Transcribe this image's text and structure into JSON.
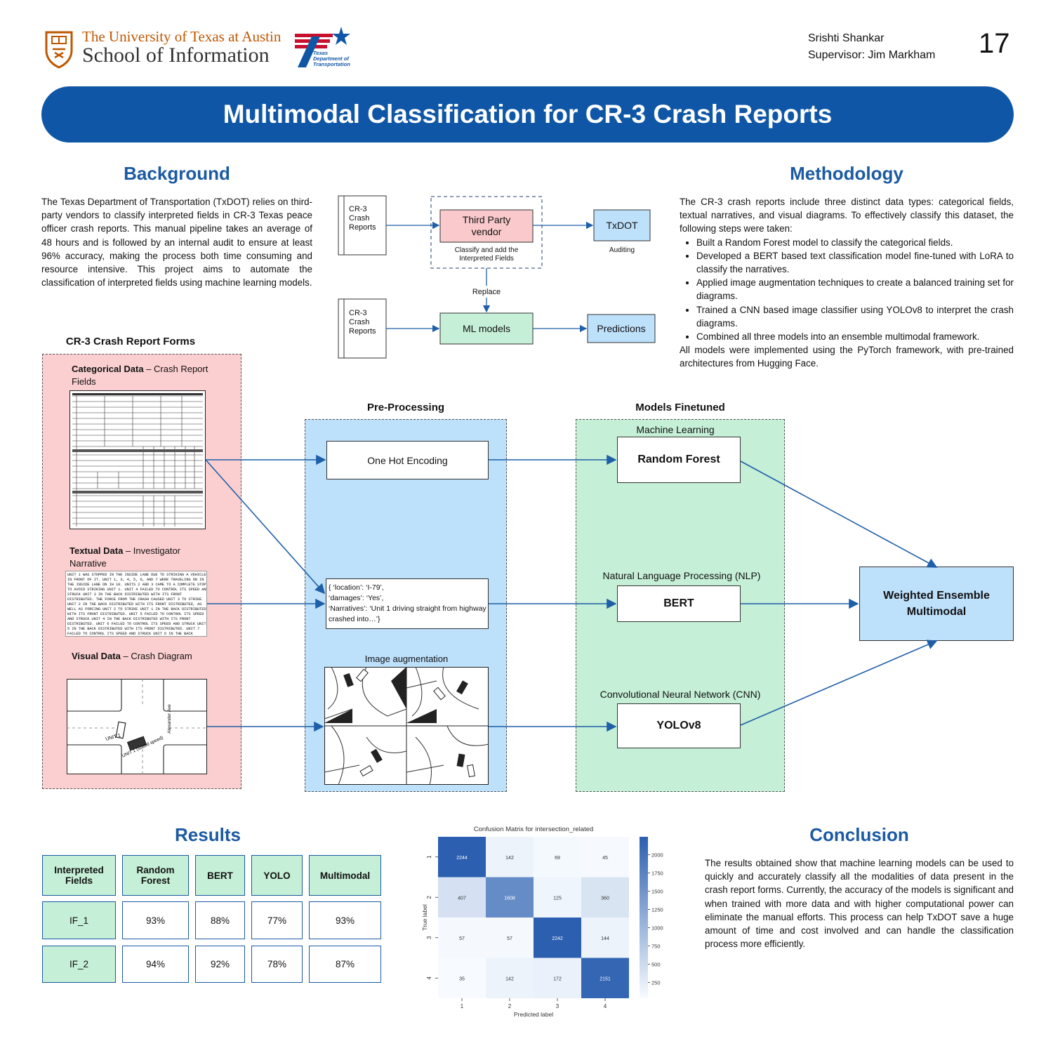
{
  "header": {
    "ut_line1": "The University of Texas at Austin",
    "ut_line2": "School of Information",
    "txdot_logo_text": "Texas Department of Transportation",
    "author": "Srishti Shankar",
    "supervisor": "Supervisor: Jim Markham",
    "poster_number": "17",
    "title": "Multimodal Classification for CR-3 Crash Reports"
  },
  "background": {
    "heading": "Background",
    "text": "The Texas Department of Transportation (TxDOT) relies on third-party vendors to classify interpreted fields in CR-3 Texas peace officer crash reports. This manual pipeline takes an average of 48 hours and is followed by an internal audit to ensure at least 96% accuracy, making the process both time consuming and resource intensive. This project aims to automate the classification of interpreted fields using machine learning models."
  },
  "flow": {
    "doc1": "CR-3 Crash Reports",
    "vendor": "Third Party vendor",
    "vendor_caption": "Classify and add the Interpreted Fields",
    "txdot": "TxDOT",
    "txdot_caption": "Auditing",
    "replace": "Replace",
    "doc2": "CR-3 Crash Reports",
    "ml": "ML models",
    "pred": "Predictions"
  },
  "methodology": {
    "heading": "Methodology",
    "intro": "The CR-3 crash reports include three distinct data types: categorical fields, textual narratives, and visual diagrams. To effectively  classify this dataset, the following steps were taken:",
    "bullets": [
      "Built a Random Forest model to classify the categorical fields.",
      "Developed a BERT based text classification model fine-tuned with LoRA to classify the narratives.",
      "Applied image augmentation techniques to create a balanced training set for diagrams.",
      "Trained a CNN based image classifier using YOLOv8 to interpret the crash diagrams.",
      "Combined all three models into an ensemble multimodal framework."
    ],
    "outro": "All models were implemented using the PyTorch framework, with pre-trained architectures from Hugging Face."
  },
  "forms": {
    "heading": "CR-3 Crash Report Forms",
    "cat_bold": "Categorical Data",
    "cat_rest": " – Crash Report Fields",
    "txt_bold": "Textual Data",
    "txt_rest": " – Investigator Narrative",
    "vis_bold": "Visual Data",
    "vis_rest": " – Crash Diagram",
    "narrative_lines": [
      "UNIT 1 WAS STOPPED IN THE INSIDE LANE DUE TO STRIKING A VEHICLE",
      "IN FRONT OF IT. UNIT 1, 3, 4, 5, 6, AND 7 WERE TRAVELING ON IN",
      "THE INSIDE LANE ON IH 10. UNITS 2 AND 3 CAME TO A COMPLETE STOP",
      "TO AVOID STRIKING UNIT 1. UNIT 4 FAILED TO CONTROL ITS SPEED AND",
      "STRUCK UNIT 3 IN THE BACK DISTRIBUTED WITH ITS FRONT",
      "DISTRIBUTED.  THE FORCE FROM THE CRASH CAUSED UNIT 3 TO STRIKE",
      "UNIT 2 IN THE BACK DISTRIBUTED WITH ITS FRONT DISTRIBUTED, AS",
      "WELL AS FORCING UNIT 2 TO STRIKE UNIT 1 IN THE BACK DISTRIBUTED",
      "WITH ITS FRONT DISTRIBUTED. UNIT 5 FAILED TO CONTROL ITS SPEED",
      "AND STRUCK UNIT 4 IN THE BACK DISTRIBUTED WITH ITS FRONT",
      "DISTRIBUTED. UNIT 6 FAILED TO CONTROL ITS SPEED AND STRUCK UNIT",
      "5 IN THE BACK DISTRIBUTED WITH ITS FRONT DISTRIBUTED. UNIT 7",
      "FAILED TO CONTROL ITS SPEED AND STRUCK UNIT 6 IN THE BACK"
    ],
    "diagram_unit1": "UNIT 1",
    "diagram_unit1b": "UNIT 1 (stated speed)",
    "diagram_street": "Alexander Ave"
  },
  "preproc": {
    "heading": "Pre-Processing",
    "ohe": "One Hot Encoding",
    "json_lines": [
      "{ ‘location’: ‘I-79’,",
      "‘damages’: ‘Yes’,",
      "‘Narratives’: ‘Unit 1 driving straight from highway",
      "crashed into…’}"
    ],
    "aug": "Image augmentation"
  },
  "models": {
    "heading": "Models Finetuned",
    "ml_label": "Machine Learning",
    "rf": "Random Forest",
    "nlp_label": "Natural Language Processing (NLP)",
    "bert": "BERT",
    "cnn_label": "Convolutional Neural Network (CNN)",
    "yolo": "YOLOv8",
    "ensemble": "Weighted Ensemble Multimodal"
  },
  "results": {
    "heading": "Results",
    "headers": [
      "Interpreted Fields",
      "Random Forest",
      "BERT",
      "YOLO",
      "Multimodal"
    ],
    "rows": [
      [
        "IF_1",
        "93%",
        "88%",
        "77%",
        "93%"
      ],
      [
        "IF_2",
        "94%",
        "92%",
        "78%",
        "87%"
      ]
    ]
  },
  "chart_data": {
    "type": "heatmap",
    "title": "Confusion Matrix for intersection_related",
    "xlabel": "Predicted label",
    "ylabel": "True label",
    "x_categories": [
      "1",
      "2",
      "3",
      "4"
    ],
    "y_categories": [
      "1",
      "2",
      "3",
      "4"
    ],
    "values": [
      [
        2244,
        142,
        69,
        45
      ],
      [
        407,
        1608,
        125,
        360
      ],
      [
        57,
        57,
        2242,
        144
      ],
      [
        35,
        142,
        172,
        2151
      ]
    ],
    "colorbar_ticks": [
      250,
      500,
      750,
      1000,
      1250,
      1500,
      1750,
      2000
    ],
    "color_range": [
      35,
      2244
    ],
    "cmap_low": "#f7fbff",
    "cmap_high": "#2c5fb0"
  },
  "conclusion": {
    "heading": "Conclusion",
    "text": "The results obtained show that machine learning models can be used to quickly and accurately classify all the modalities of data present in the crash report forms. Currently, the accuracy of the models is significant and when trained with more data and with higher computational power can eliminate the manual efforts. This process can help TxDOT save a huge amount of time and cost involved and can handle the classification process more efficiently."
  },
  "colors": {
    "brand_blue": "#0f57a6",
    "heading_blue": "#1b5aa3",
    "ut_orange": "#bf5700",
    "pink_panel": "#fbcfd0",
    "blue_panel": "#bde0fb",
    "green_panel": "#c5efd6"
  }
}
